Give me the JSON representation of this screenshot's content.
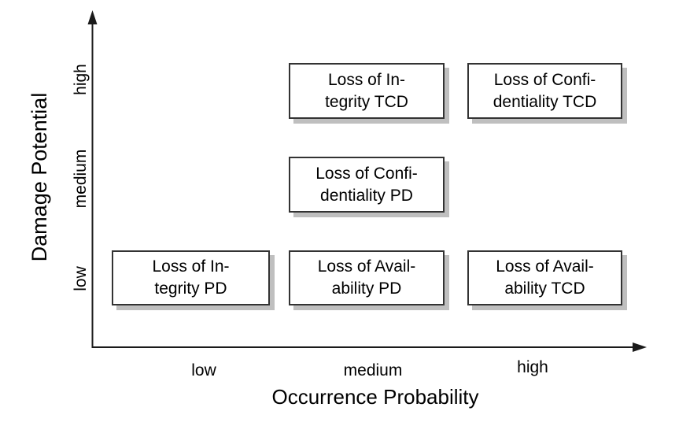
{
  "figure": {
    "type": "risk-matrix-diagram",
    "x_axis": {
      "title": "Occurrence Probability",
      "ticks": [
        "low",
        "medium",
        "high"
      ]
    },
    "y_axis": {
      "title": "Damage Potential",
      "ticks": [
        "low",
        "medium",
        "high"
      ]
    },
    "boxes": [
      {
        "label": "Loss of In-\ntegrity TCD",
        "x": "medium",
        "y": "high"
      },
      {
        "label": "Loss of Confi-\ndentiality TCD",
        "x": "high",
        "y": "high"
      },
      {
        "label": "Loss of Confi-\ndentiality PD",
        "x": "medium",
        "y": "medium"
      },
      {
        "label": "Loss of In-\ntegrity PD",
        "x": "low",
        "y": "low"
      },
      {
        "label": "Loss of Avail-\nability PD",
        "x": "medium",
        "y": "low"
      },
      {
        "label": "Loss of Avail-\nability TCD",
        "x": "high",
        "y": "low"
      }
    ],
    "colors": {
      "background": "#ffffff",
      "box_border": "#333333",
      "box_shadow": "#bfbfbf",
      "axis_line": "#1a1a1a",
      "text": "#000000"
    }
  }
}
